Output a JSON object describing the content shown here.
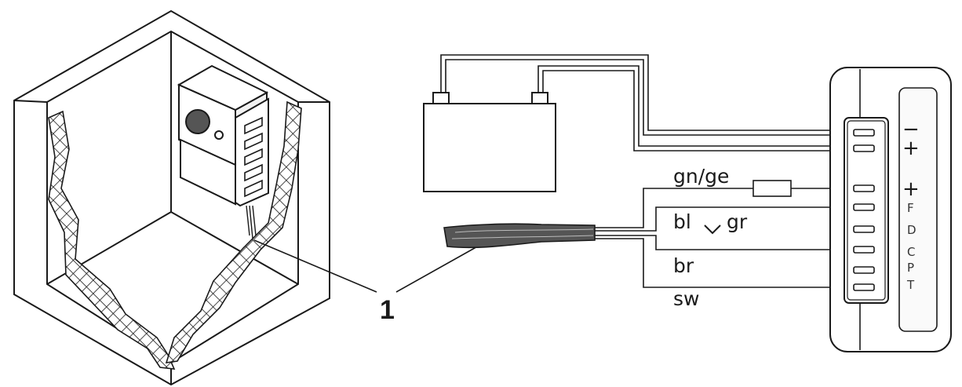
{
  "callout": {
    "number": "1"
  },
  "wires": {
    "green_yellow": "gn/ge",
    "blue_or_grey_left": "bl",
    "blue_or_grey_right": "gr",
    "brown": "br",
    "black": "sw"
  },
  "connector_pins": {
    "minus": "−",
    "plus_1": "+",
    "plus_2": "+",
    "F": "F",
    "D": "D",
    "C": "C",
    "P": "P",
    "T": "T"
  },
  "colors": {
    "stroke": "#1a1a1a",
    "background": "#ffffff",
    "panel": "#fafafa"
  }
}
